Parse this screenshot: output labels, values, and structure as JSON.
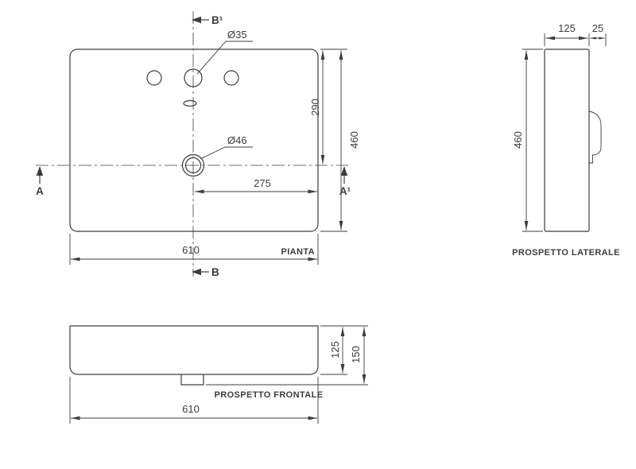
{
  "colors": {
    "line": "#3c3c3c",
    "background": "#ffffff"
  },
  "plan": {
    "label": "PIANTA",
    "dim_width": "610",
    "dim_height": "460",
    "dim_drain_center_from_top": "290",
    "dim_drain_to_right_edge": "275",
    "faucet_hole_diameter": "Ø35",
    "drain_hole_diameter": "Ø46",
    "section_a": "A",
    "section_a1": "A¹",
    "section_b": "B",
    "section_b1": "B¹"
  },
  "side": {
    "label": "PROSPETTO LATERALE",
    "dim_depth": "125",
    "dim_rim": "25",
    "dim_height": "460"
  },
  "front": {
    "label": "PROSPETTO FRONTALE",
    "dim_width": "610",
    "dim_basin_height": "125",
    "dim_total_height": "150"
  }
}
